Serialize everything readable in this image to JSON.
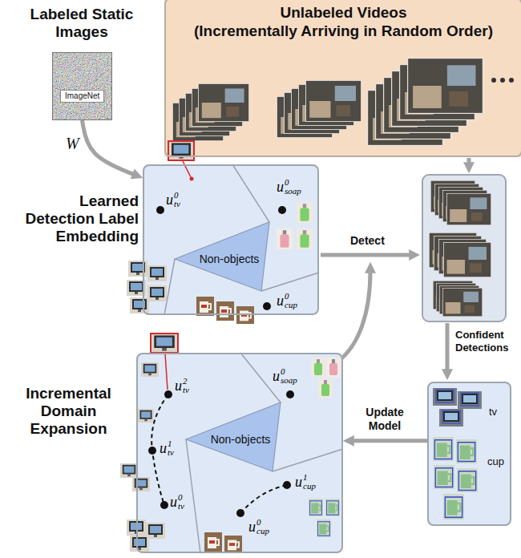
{
  "diagram": {
    "nodes": [
      {
        "text": [
          "Labeled Static Images"
        ]
      },
      {
        "text": [
          "ImageNet"
        ],
        "in": 0
      },
      {
        "text": [
          "Unlabeled Videos",
          "(Incrementally Arriving in Random Order)"
        ]
      },
      {
        "text": [
          "Learned Detection Label Embedding"
        ]
      },
      {
        "text": [
          "Non-objects"
        ],
        "in": 3
      },
      {
        "text": [
          "tv",
          "cup"
        ]
      },
      {
        "text": [
          "Incremental Domain Expansion"
        ]
      },
      {
        "text": [
          "Non-objects"
        ],
        "in": 6
      }
    ],
    "edges": [
      {
        "from": 0,
        "to": 3,
        "arrow": "to",
        "label": "W"
      },
      {
        "from": 5,
        "to": 6,
        "arrow": "to",
        "label": "Update Model"
      }
    ],
    "labels": [
      "u",
      "tv",
      "0",
      "u",
      "soap",
      "0",
      "Detect",
      "u",
      "cup",
      "0",
      "Confident Detections",
      "u",
      "tv",
      "2",
      "u",
      "soap",
      "0",
      "u",
      "cup",
      "1",
      "u",
      "tv",
      "1",
      "u",
      "tv",
      "0",
      "u",
      "cup",
      "0"
    ]
  }
}
